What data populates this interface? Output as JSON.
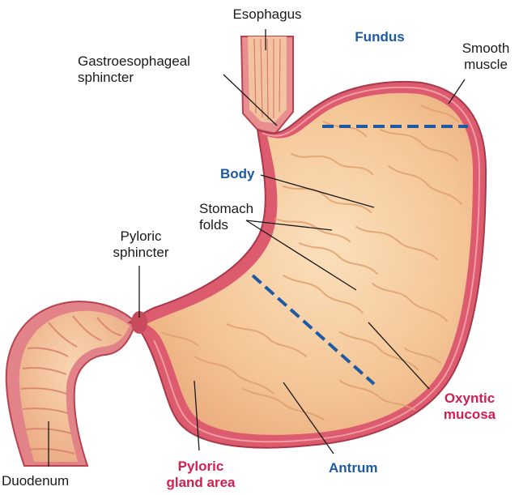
{
  "title": "",
  "labels": {
    "esophagus": [
      "Esophagus"
    ],
    "gastroesophageal_sphincter": [
      "Gastroesophageal",
      "sphincter"
    ],
    "fundus": [
      "Fundus"
    ],
    "smooth_muscle": [
      "Smooth",
      "muscle"
    ],
    "body": [
      "Body"
    ],
    "stomach_folds": [
      "Stomach",
      "folds"
    ],
    "pyloric_sphincter": [
      "Pyloric",
      "sphincter"
    ],
    "oxyntic_mucosa": [
      "Oxyntic",
      "mucosa"
    ],
    "duodenum": [
      "Duodenum"
    ],
    "pyloric_gland_area": [
      "Pyloric",
      "gland area"
    ],
    "antrum": [
      "Antrum"
    ]
  },
  "colors": {
    "region_label": "#1c5aa6",
    "gland_label": "#d21f4f",
    "divider": "#1c5aa6",
    "wall": "#d9566b",
    "lining": "#f0b98d"
  }
}
